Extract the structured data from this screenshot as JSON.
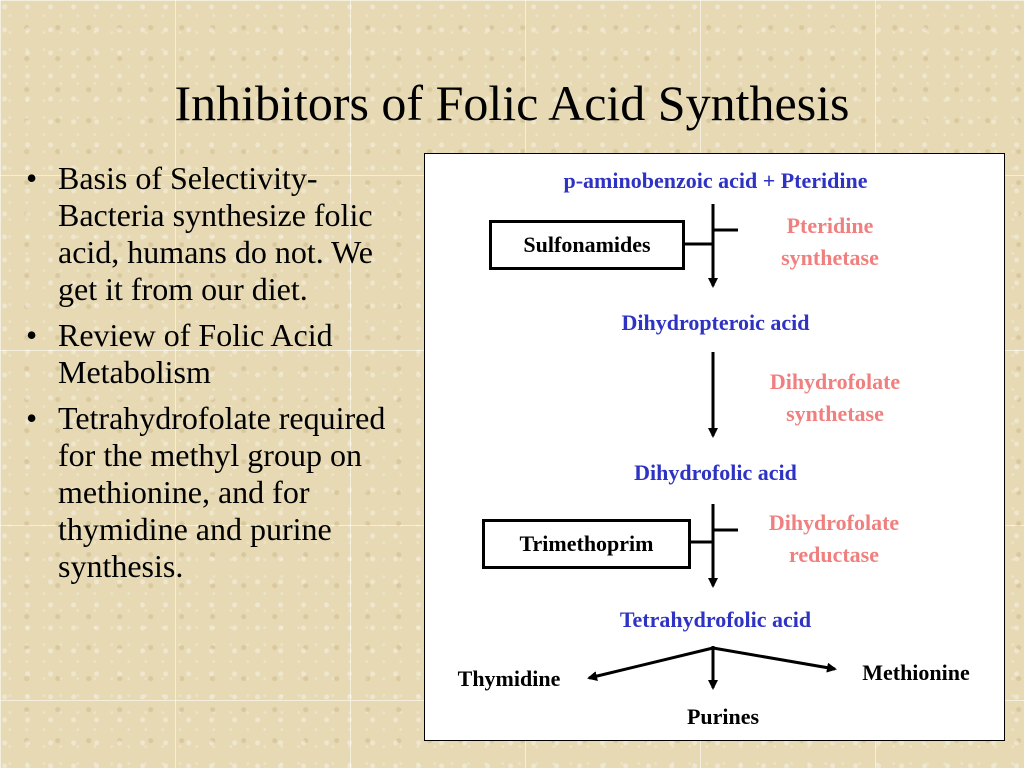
{
  "slide": {
    "title": "Inhibitors of Folic Acid Synthesis",
    "bullets": [
      "Basis of Selectivity- Bacteria synthesize folic acid, humans do not.  We get it from our diet.",
      "Review of Folic Acid Metabolism",
      "Tetrahydrofolate required for the methyl group on methionine, and for thymidine and purine synthesis."
    ]
  },
  "diagram": {
    "substrate": "p-aminobenzoic acid + Pteridine",
    "inhibitor1": "Sulfonamides",
    "enzyme1": [
      "Pteridine",
      "synthetase"
    ],
    "product1": "Dihydropteroic acid",
    "enzyme2": [
      "Dihydrofolate",
      "synthetase"
    ],
    "product2": "Dihydrofolic acid",
    "inhibitor2": "Trimethoprim",
    "enzyme3": [
      "Dihydrofolate",
      "reductase"
    ],
    "product3": "Tetrahydrofolic acid",
    "outputs": {
      "left": "Thymidine",
      "center": "Purines",
      "right": "Methionine"
    }
  },
  "colors": {
    "metabolite": "#2f33c4",
    "enzyme": "#f0807f",
    "inhibitor": "#000000"
  }
}
